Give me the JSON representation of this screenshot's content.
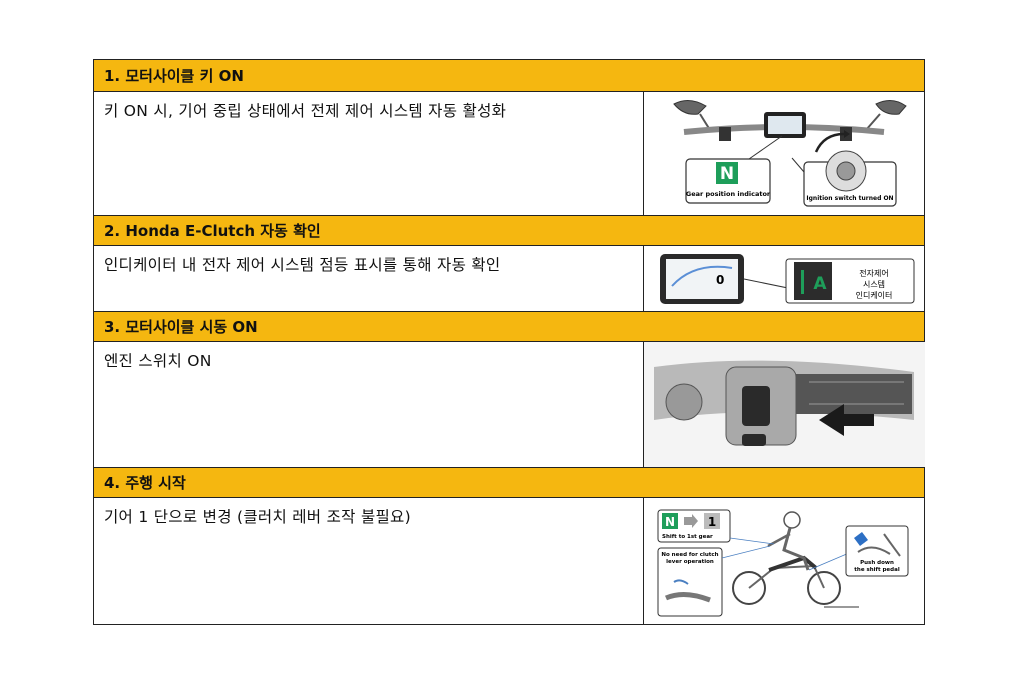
{
  "sections": [
    {
      "title": "1. 모터사이클 키 ON",
      "description": "키 ON 시, 기어 중립 상태에서 전제 제어 시스템 자동 활성화",
      "image": {
        "gear_letter": "N",
        "gear_caption": "Gear position indicator",
        "ignition_caption": "Ignition switch turned ON"
      }
    },
    {
      "title": "2. Honda E-Clutch 자동 확인",
      "description": "인디케이터 내 전자 제어 시스템 점등 표시를 통해 자동 확인",
      "image": {
        "display_value": "0",
        "indicator_letter": "A",
        "indicator_caption_lines": [
          "전자제어",
          "시스템",
          "인디케이터"
        ]
      }
    },
    {
      "title": "3. 모터사이클 시동 ON",
      "description": "엔진 스위치 ON",
      "image": {}
    },
    {
      "title": "4. 주행 시작",
      "description": "기어 1 단으로 변경 (클러치 레버 조작 불필요)",
      "image": {
        "from_gear": "N",
        "to_gear": "1",
        "shift_caption": "Shift to 1st gear",
        "clutch_caption_lines": [
          "No need for clutch",
          "lever operation"
        ],
        "pedal_caption_lines": [
          "Push down",
          "the shift pedal"
        ]
      }
    }
  ],
  "colors": {
    "header": "#f5b710",
    "indicator_green": "#1e9e5a",
    "border": "#222222"
  }
}
